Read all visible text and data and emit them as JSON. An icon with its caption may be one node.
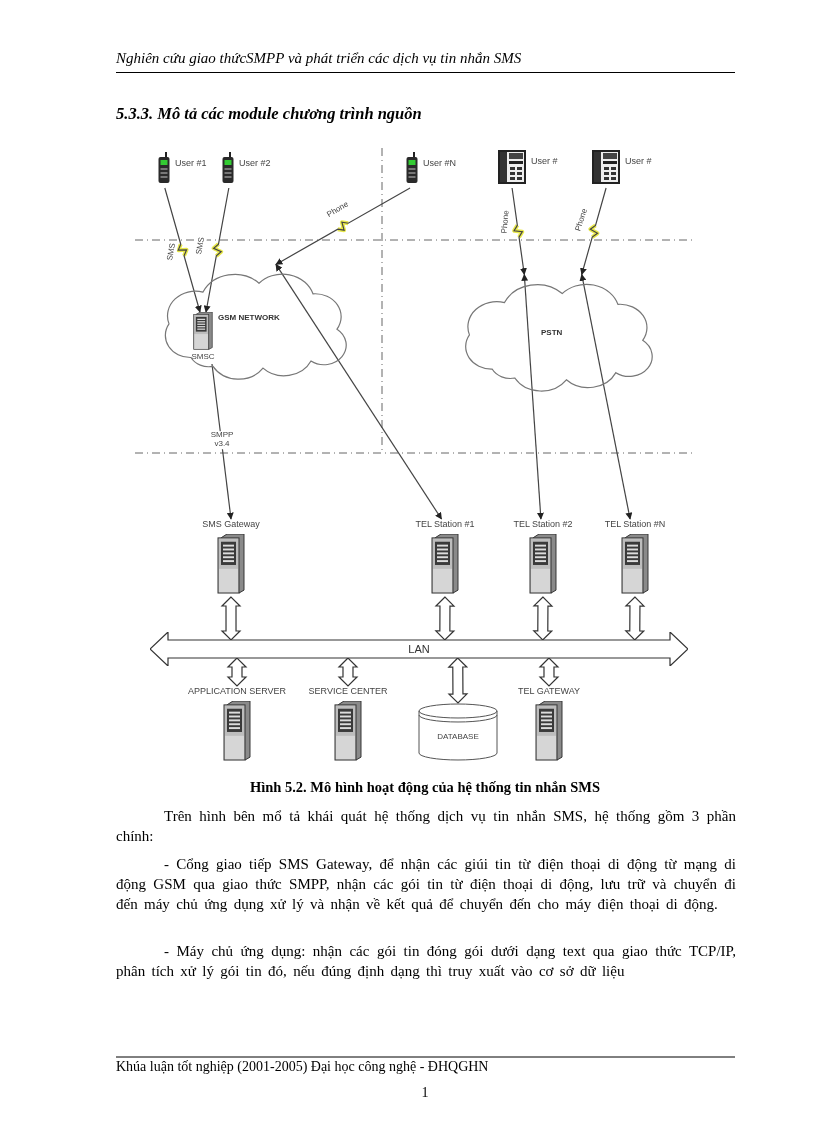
{
  "diagram": {
    "title": "5.3.3. Mô tả các module chương trình nguồn",
    "caption": "Hình 5.2. Mô hình hoạt động của hệ thống tin nhắn SMS",
    "nodes": [
      {
        "text": [
          "User #1"
        ]
      },
      {
        "text": [
          "User #2"
        ]
      },
      {
        "text": [
          "User #N"
        ]
      },
      {
        "text": [
          "User #"
        ]
      },
      {
        "text": [
          "User #"
        ]
      },
      {
        "text": [
          "GSM NETWORK"
        ]
      },
      {
        "text": [
          "SMSC"
        ],
        "in": 5
      },
      {
        "text": [
          "PSTN"
        ]
      },
      {
        "text": [
          "SMS Gateway"
        ]
      },
      {
        "text": [
          "TEL Station #1"
        ]
      },
      {
        "text": [
          "TEL Station #2"
        ]
      },
      {
        "text": [
          "TEL Station #N"
        ]
      },
      {
        "text": [
          "LAN"
        ]
      },
      {
        "text": [
          "APPLICATION SERVER"
        ]
      },
      {
        "text": [
          "SERVICE CENTER"
        ]
      },
      {
        "text": [
          "DATABASE"
        ]
      },
      {
        "text": [
          "TEL GATEWAY"
        ]
      }
    ],
    "edges": [
      {
        "from": 0,
        "to": 6,
        "arrow": "to",
        "label": "SMS"
      },
      {
        "from": 1,
        "to": 6,
        "arrow": "to",
        "label": "SMS"
      },
      {
        "from": 2,
        "to": 5,
        "arrow": "to",
        "label": "Phone"
      },
      {
        "from": 3,
        "to": 7,
        "arrow": "to",
        "label": "Phone"
      },
      {
        "from": 4,
        "to": 7,
        "arrow": "to",
        "label": "Phone"
      },
      {
        "from": 6,
        "to": 8,
        "arrow": "to",
        "label": "SMPP v3.4"
      },
      {
        "from": 5,
        "to": 9,
        "arrow": "both"
      },
      {
        "from": 7,
        "to": 10,
        "arrow": "both"
      },
      {
        "from": 7,
        "to": 11,
        "arrow": "both"
      },
      {
        "from": 8,
        "to": 12,
        "arrow": "both",
        "style": "thick"
      },
      {
        "from": 9,
        "to": 12,
        "arrow": "both",
        "style": "thick"
      },
      {
        "from": 10,
        "to": 12,
        "arrow": "both",
        "style": "thick"
      },
      {
        "from": 11,
        "to": 12,
        "arrow": "both",
        "style": "thick"
      },
      {
        "from": 12,
        "to": 13,
        "arrow": "both",
        "style": "thick"
      },
      {
        "from": 12,
        "to": 14,
        "arrow": "both",
        "style": "thick"
      },
      {
        "from": 12,
        "to": 15,
        "arrow": "both",
        "style": "thick"
      },
      {
        "from": 12,
        "to": 16,
        "arrow": "both",
        "style": "thick"
      }
    ],
    "labels": [
      "Nghiên cứu giao thứcSMPP và phát triển các dịch vụ tin nhắn SMS",
      "Trên hình bên mổ tả khái quát hệ thống dịch vụ tin nhắn SMS, hệ thống gồm 3 phần chính:",
      "- Cổng giao tiếp SMS Gateway, để nhận các giúi tin từ điện thoại di động từ mạng di động GSM qua giao thức SMPP, nhận các gói tin từ điện thoại di động, lưu trữ và chuyển đi đến máy chủ ứng dụng xử lý và nhận về kết quả để chuyển đến cho máy điện thoại di động.",
      "- Máy chủ ứng dụng: nhận các gói tin đóng gói dưới dạng text qua giao thức TCP/IP, phân tích xử lý gói tin đó, nếu đúng định dạng thì truy xuất vào cơ sở dữ liệu",
      "Khúa luận tốt nghiệp (2001-2005) Đại học công nghệ - ĐHQGHN",
      "1"
    ]
  }
}
